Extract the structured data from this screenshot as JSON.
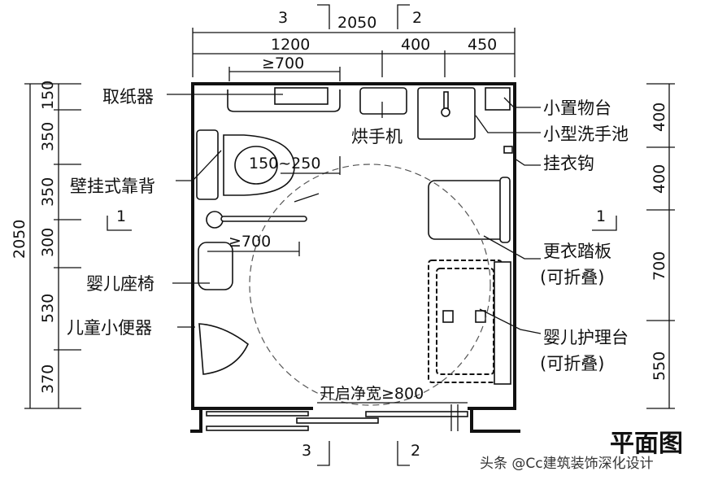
{
  "title": "平面图",
  "watermark": "头条 @Cc建筑装饰深化设计",
  "dimensions": {
    "top_total": "2050",
    "top_segments": [
      "1200",
      "400",
      "450"
    ],
    "grab_bar_width": "≥700",
    "toilet_offset": "150~250",
    "rail_width": "≥700",
    "door_clear_width": "开启净宽≥800",
    "left_total": "2050",
    "left_segments": [
      "150",
      "350",
      "350",
      "300",
      "530",
      "370"
    ],
    "right_segments": [
      "400",
      "400",
      "700",
      "550"
    ]
  },
  "section_marks": {
    "top_left": "3",
    "top_right": "2",
    "bottom_left": "3",
    "bottom_right": "2",
    "left": "1",
    "right": "1"
  },
  "labels": {
    "paper_dispenser": "取纸器",
    "wall_backrest": "壁挂式靠背",
    "baby_seat": "婴儿座椅",
    "child_urinal": "儿童小便器",
    "hand_dryer": "烘手机",
    "small_shelf": "小置物台",
    "small_basin": "小型洗手池",
    "coat_hook": "挂衣钩",
    "changing_step": "更衣踏板",
    "changing_step_note": "(可折叠)",
    "baby_care_table": "婴儿护理台",
    "baby_care_table_note": "(可折叠)"
  }
}
